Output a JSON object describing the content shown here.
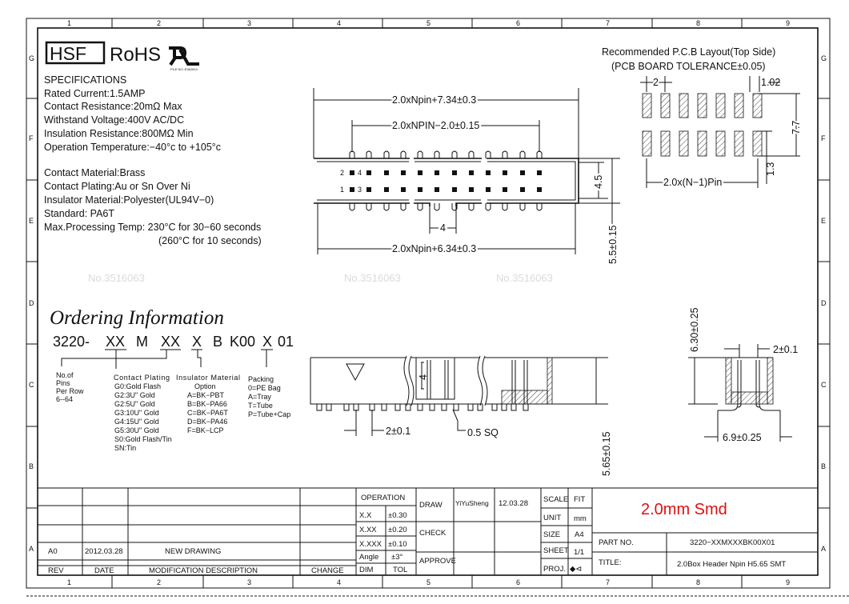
{
  "frame": {
    "columns": [
      "1",
      "2",
      "3",
      "4",
      "5",
      "6",
      "7",
      "8",
      "9"
    ],
    "rows": [
      "G",
      "F",
      "E",
      "D",
      "C",
      "B",
      "A"
    ]
  },
  "watermark": "No.3516063",
  "logos": {
    "hsf": "HSF",
    "rohs": "RoHS",
    "ul_file": "FILE NO.:E362810"
  },
  "specifications": {
    "heading": "SPECIFICATIONS",
    "lines": [
      "Rated  Current:1.5AMP",
      "Contact  Resistance:20mΩ  Max",
      "Withstand  Voltage:400V  AC/DC",
      "Insulation  Resistance:800MΩ  Min",
      "Operation  Temperature:−40°c  to  +105°c",
      "Contact  Material:Brass",
      "Contact  Plating:Au  or  Sn  Over  Ni",
      "Insulator  Material:Polyester(UL94V−0)",
      "Standard:            PA6T",
      "Max.Processing  Temp:  230°C  for  30−60  seconds",
      "(260°C  for  10  seconds)"
    ]
  },
  "ordering": {
    "title": "Ordering Information",
    "code": [
      "3220-",
      "XX",
      "M",
      "XX",
      "X",
      "B",
      "K00",
      "X",
      "01"
    ],
    "pins": [
      "No.of",
      "Pins",
      "Per Row",
      "6--64"
    ],
    "plating": [
      "Contact  Plating",
      "G0:Gold  Flash",
      "G2:3U\"  Gold",
      "G2:5U\"  Gold",
      "G3:10U\"  Gold",
      "G4:15U\"  Gold",
      "G5:30U\"  Gold",
      "S0:Gold  Flash/Tin",
      "SN:Tin"
    ],
    "insulator": [
      "Insulator  Material",
      "Option",
      "A=BK−PBT",
      "B=BK−PA66",
      "C=BK−PA6T",
      "D=BK−PA46",
      "F=BK−LCP"
    ],
    "packing": [
      "Packing",
      "0=PE  Bag",
      "A=Tray",
      "T=Tube",
      "P=Tube+Cap"
    ]
  },
  "top_view": {
    "dim_overall": "2.0xNpin+7.34±0.3",
    "dim_pins": "2.0xNPIN−2.0±0.15",
    "dim_body": "2.0xNpin+6.34±0.3",
    "dim_key": "4",
    "dim_height": "4.5",
    "dim_width": "5.5±0.15",
    "pin_labels": [
      "2",
      "4",
      "1",
      "3"
    ]
  },
  "pcb_layout": {
    "title": "Recommended  P.C.B  Layout(Top  Side)",
    "tolerance": "(PCB  BOARD  TOLERANCE±0.05)",
    "dim_pitch": "2",
    "dim_pad": "1.02",
    "dim_span": "7.7",
    "dim_gap": "1.3",
    "dim_pins": "2.0x(N−1)Pin"
  },
  "side_view": {
    "dim_depth": "4",
    "dim_pitch": "2±0.1",
    "dim_pin": "0.5  SQ",
    "dim_height": "5.65±0.15"
  },
  "end_view": {
    "dim_height": "6.30±0.25",
    "dim_pitch": "2±0.1",
    "dim_width": "6.9±0.25"
  },
  "title_block": {
    "revision": {
      "rev": "A0",
      "date": "2012.03.28",
      "description": "NEW DRAWING"
    },
    "headers": {
      "rev": "REV",
      "date": "DATE",
      "description": "MODIFICATION  DESCRIPTION",
      "change": "CHANGE"
    },
    "operation": {
      "label": "OPERATION",
      "rows": [
        [
          "X.X",
          "±0.30"
        ],
        [
          "X.XX",
          "±0.20"
        ],
        [
          "X.XXX",
          "±0.10"
        ],
        [
          "Angle",
          "±3°"
        ]
      ],
      "dim": "DIM",
      "tol": "TOL"
    },
    "draw": {
      "label": "DRAW",
      "name": "YiYuSheng",
      "date": "12.03.28"
    },
    "check": "CHECK",
    "approve": "APPROVE",
    "scale": {
      "label": "SCALE",
      "value": "FIT"
    },
    "unit": {
      "label": "UNIT",
      "value": "mm"
    },
    "size": {
      "label": "SIZE",
      "value": "A4"
    },
    "sheet": {
      "label": "SHEET",
      "value": "1/1"
    },
    "proj": {
      "label": "PROJ.",
      "value": "◆⊲"
    },
    "product": "2.0mm Smd",
    "part_no_label": "PART NO.",
    "part_no": "3220−XXMXXXBK00X01",
    "title_label": "TITLE:",
    "title": "2.0Box  Header  Npin  H5.65  SMT",
    "colors": {
      "product": "#e01010"
    }
  }
}
